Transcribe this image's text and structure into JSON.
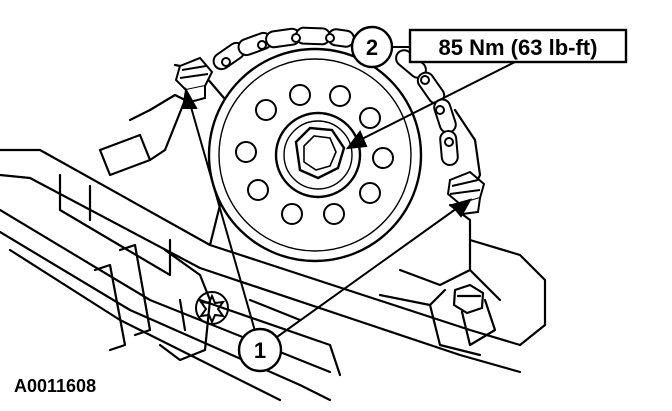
{
  "callouts": {
    "item_1": "1",
    "item_2": "2"
  },
  "torque_spec": "85 Nm (63 lb-ft)",
  "figure_id": "A0011608"
}
